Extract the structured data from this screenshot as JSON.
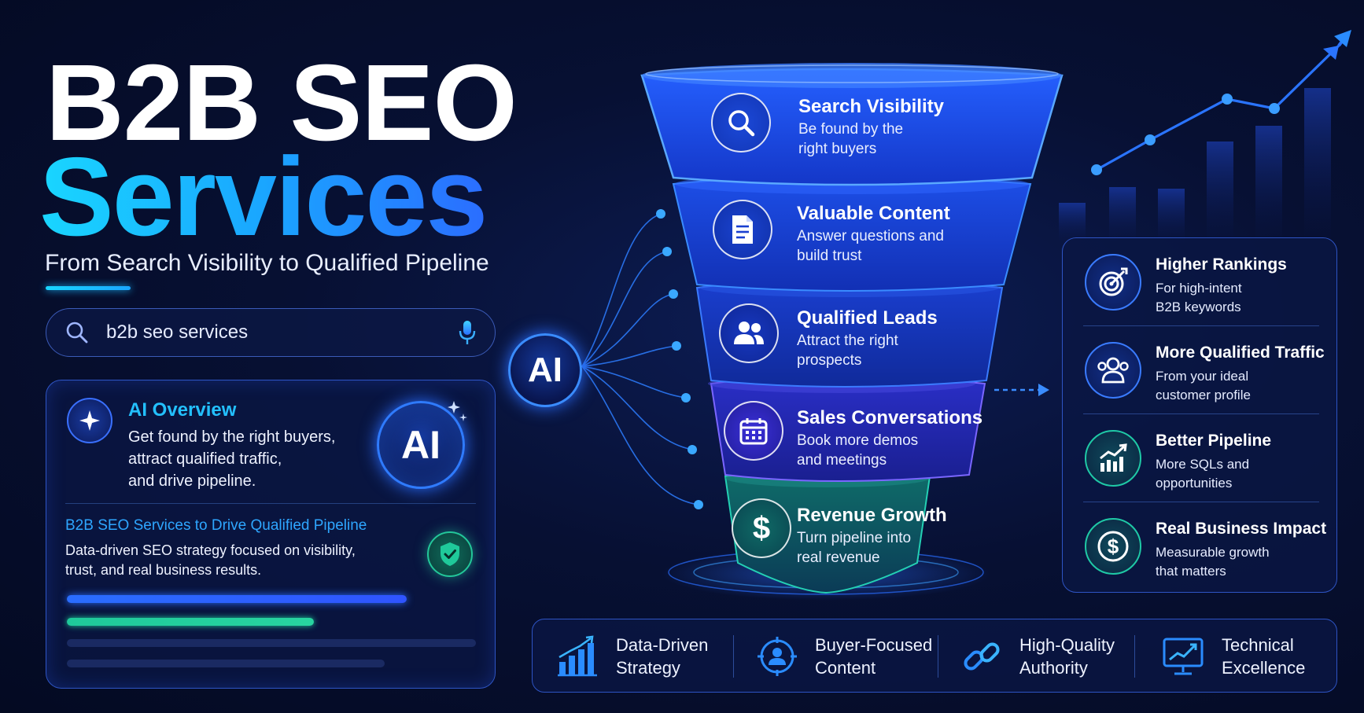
{
  "hero": {
    "title_line1": "B2B SEO",
    "title_line2": "Services",
    "subtitle": "From Search Visibility to Qualified Pipeline"
  },
  "search": {
    "query": "b2b seo services",
    "icon": "search-icon",
    "mic_icon": "microphone-icon"
  },
  "ai_overview": {
    "title": "AI Overview",
    "lines": [
      "Get found by the right buyers,",
      "attract qualified traffic,",
      "and drive pipeline."
    ],
    "badge": "AI",
    "result_title": "B2B SEO Services to Drive Qualified Pipeline",
    "result_lines": [
      "Data-driven SEO strategy focused on visibility,",
      "trust, and real business results."
    ]
  },
  "ai_node": {
    "label": "AI"
  },
  "funnel": {
    "stages": [
      {
        "title": "Search Visibility",
        "lines": [
          "Be found by the",
          "right buyers"
        ],
        "icon": "search-icon"
      },
      {
        "title": "Valuable Content",
        "lines": [
          "Answer questions and",
          "build trust"
        ],
        "icon": "document-icon"
      },
      {
        "title": "Qualified Leads",
        "lines": [
          "Attract the right",
          "prospects"
        ],
        "icon": "users-icon"
      },
      {
        "title": "Sales Conversations",
        "lines": [
          "Book more demos",
          "and meetings"
        ],
        "icon": "calendar-icon"
      },
      {
        "title": "Revenue Growth",
        "lines": [
          "Turn pipeline into",
          "real revenue"
        ],
        "icon": "dollar-icon"
      }
    ]
  },
  "benefits": [
    {
      "title": "Higher Rankings",
      "lines": [
        "For high-intent",
        "B2B keywords"
      ],
      "icon": "target-icon"
    },
    {
      "title": "More Qualified Traffic",
      "lines": [
        "From your ideal",
        "customer profile"
      ],
      "icon": "users-icon"
    },
    {
      "title": "Better Pipeline",
      "lines": [
        "More SQLs and",
        "opportunities"
      ],
      "icon": "growth-chart-icon"
    },
    {
      "title": "Real Business Impact",
      "lines": [
        "Measurable growth",
        "that matters"
      ],
      "icon": "dollar-icon"
    }
  ],
  "strip": [
    {
      "lines": [
        "Data-Driven",
        "Strategy"
      ],
      "icon": "bar-chart-icon"
    },
    {
      "lines": [
        "Buyer-Focused",
        "Content"
      ],
      "icon": "buyer-target-icon"
    },
    {
      "lines": [
        "High-Quality",
        "Authority"
      ],
      "icon": "link-icon"
    },
    {
      "lines": [
        "Technical",
        "Excellence"
      ],
      "icon": "monitor-chart-icon"
    }
  ],
  "colors": {
    "background": "#071033",
    "accent_cyan": "#19d6ff",
    "accent_blue": "#2b6dff",
    "accent_green": "#1fc99a",
    "panel_border": "#2e54c4"
  }
}
